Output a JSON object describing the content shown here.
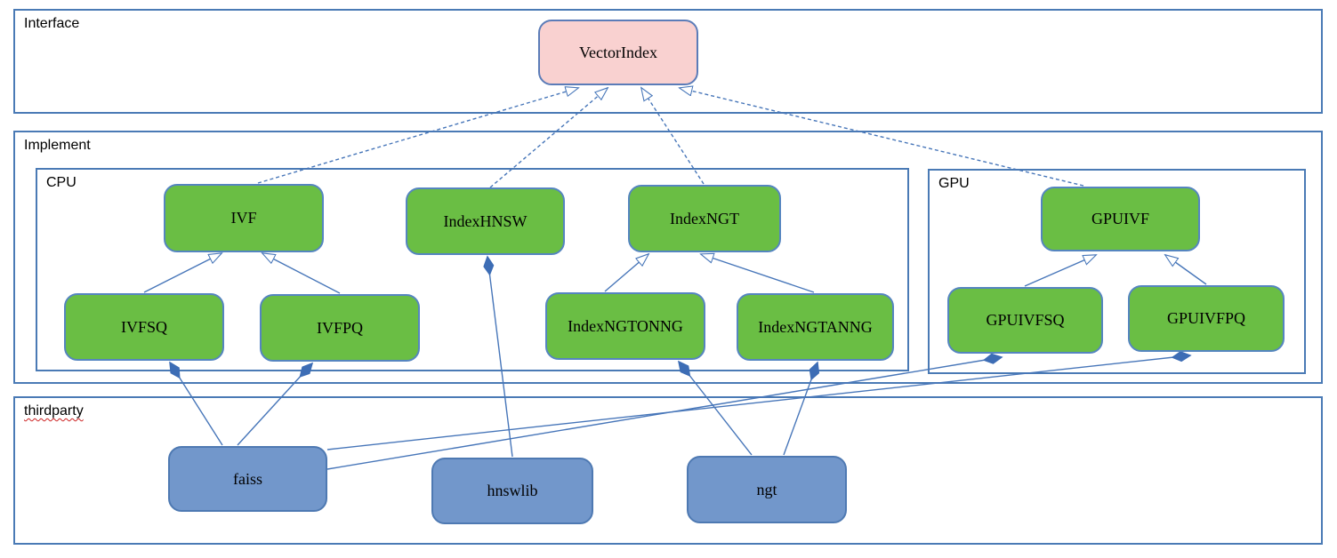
{
  "diagram": {
    "containers": {
      "interface": {
        "label": "Interface"
      },
      "implement": {
        "label": "Implement"
      },
      "cpu": {
        "label": "CPU"
      },
      "gpu": {
        "label": "GPU"
      },
      "thirdparty": {
        "label": "thirdparty"
      }
    },
    "nodes": {
      "vectorindex": {
        "label": "VectorIndex",
        "group": "interface"
      },
      "ivf": {
        "label": "IVF",
        "group": "cpu"
      },
      "indexhnsw": {
        "label": "IndexHNSW",
        "group": "cpu"
      },
      "indexngt": {
        "label": "IndexNGT",
        "group": "cpu"
      },
      "ivfsq": {
        "label": "IVFSQ",
        "group": "cpu"
      },
      "ivfpq": {
        "label": "IVFPQ",
        "group": "cpu"
      },
      "indexngtonng": {
        "label": "IndexNGTONNG",
        "group": "cpu"
      },
      "indexngtanng": {
        "label": "IndexNGTANNG",
        "group": "cpu"
      },
      "gpuivf": {
        "label": "GPUIVF",
        "group": "gpu"
      },
      "gpuivfsq": {
        "label": "GPUIVFSQ",
        "group": "gpu"
      },
      "gpuivfpq": {
        "label": "GPUIVFPQ",
        "group": "gpu"
      },
      "faiss": {
        "label": "faiss",
        "group": "thirdparty"
      },
      "hnswlib": {
        "label": "hnswlib",
        "group": "thirdparty"
      },
      "ngt": {
        "label": "ngt",
        "group": "thirdparty"
      }
    },
    "relations": [
      {
        "from": "IVF",
        "to": "VectorIndex",
        "type": "realization"
      },
      {
        "from": "IndexHNSW",
        "to": "VectorIndex",
        "type": "realization"
      },
      {
        "from": "IndexNGT",
        "to": "VectorIndex",
        "type": "realization"
      },
      {
        "from": "GPUIVF",
        "to": "VectorIndex",
        "type": "realization"
      },
      {
        "from": "IVFSQ",
        "to": "IVF",
        "type": "generalization"
      },
      {
        "from": "IVFPQ",
        "to": "IVF",
        "type": "generalization"
      },
      {
        "from": "IndexNGTONNG",
        "to": "IndexNGT",
        "type": "generalization"
      },
      {
        "from": "IndexNGTANNG",
        "to": "IndexNGT",
        "type": "generalization"
      },
      {
        "from": "GPUIVFSQ",
        "to": "GPUIVF",
        "type": "generalization"
      },
      {
        "from": "GPUIVFPQ",
        "to": "GPUIVF",
        "type": "generalization"
      },
      {
        "from": "faiss",
        "to": "IVFSQ",
        "type": "composition"
      },
      {
        "from": "faiss",
        "to": "IVFPQ",
        "type": "composition"
      },
      {
        "from": "hnswlib",
        "to": "IndexHNSW",
        "type": "composition"
      },
      {
        "from": "ngt",
        "to": "IndexNGTONNG",
        "type": "composition"
      },
      {
        "from": "ngt",
        "to": "IndexNGTANNG",
        "type": "composition"
      },
      {
        "from": "faiss",
        "to": "GPUIVFSQ",
        "type": "composition"
      },
      {
        "from": "faiss",
        "to": "GPUIVFPQ",
        "type": "composition"
      }
    ],
    "colors": {
      "interface_node_fill": "#f9d1d0",
      "implement_node_fill": "#6abe44",
      "thirdparty_node_fill": "#7297cb",
      "connector": "#4776b9",
      "container_border": "#4a7ab5"
    }
  }
}
